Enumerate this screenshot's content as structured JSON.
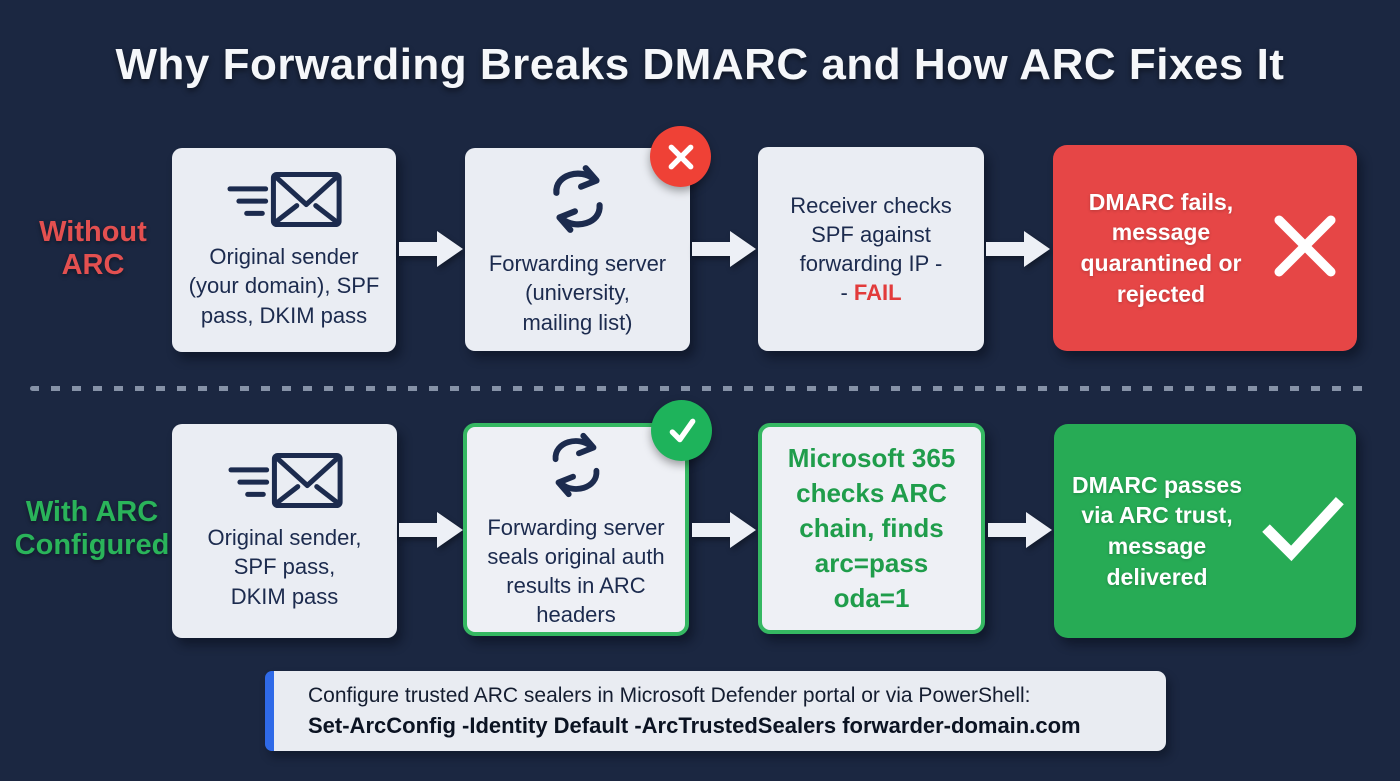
{
  "title": "Why Forwarding Breaks DMARC and How ARC Fixes It",
  "colors": {
    "background": "#1b2741",
    "box_bg": "#eaedf3",
    "dark_navy_text": "#1c2b4e",
    "fail_red": "#e35050",
    "fail_box_red": "#e64646",
    "fail_badge_red": "#ef4136",
    "pass_green": "#2ab45a",
    "pass_border_green": "#35b862",
    "pass_text_green": "#1f9d4b",
    "pass_box_green": "#27ab55",
    "footer_accent_blue": "#2f6ae8",
    "arrow_white": "#edf0f6"
  },
  "rows": [
    {
      "label": "Without ARC",
      "steps": [
        {
          "icon": "fast-email-icon",
          "text": "Original sender\n(your domain), SPF\npass, DKIM pass"
        },
        {
          "icon": "forward-sync-icon",
          "badge": "fail-x-badge",
          "text": "Forwarding server\n(university,\nmailing list)"
        },
        {
          "text": "Receiver checks\nSPF against\nforwarding IP -",
          "fail_prefix": "- ",
          "fail_word": "FAIL"
        },
        {
          "icon": "cross-mark-icon",
          "text": "DMARC fails,\nmessage\nquarantined or\nrejected"
        }
      ]
    },
    {
      "label": "With ARC Configured",
      "steps": [
        {
          "icon": "fast-email-icon",
          "text": "Original sender,\nSPF pass,\nDKIM pass"
        },
        {
          "icon": "forward-sync-icon",
          "badge": "pass-check-badge",
          "text": "Forwarding server\nseals original auth\nresults in ARC\nheaders"
        },
        {
          "text": "Microsoft 365\nchecks ARC\nchain, finds\narc=pass oda=1"
        },
        {
          "icon": "check-mark-icon",
          "text": "DMARC passes\nvia ARC trust,\nmessage\ndelivered"
        }
      ]
    }
  ],
  "footer": {
    "line1": "Configure trusted ARC sealers in Microsoft Defender portal or via PowerShell:",
    "line2": "Set-ArcConfig -Identity Default -ArcTrustedSealers forwarder-domain.com"
  }
}
